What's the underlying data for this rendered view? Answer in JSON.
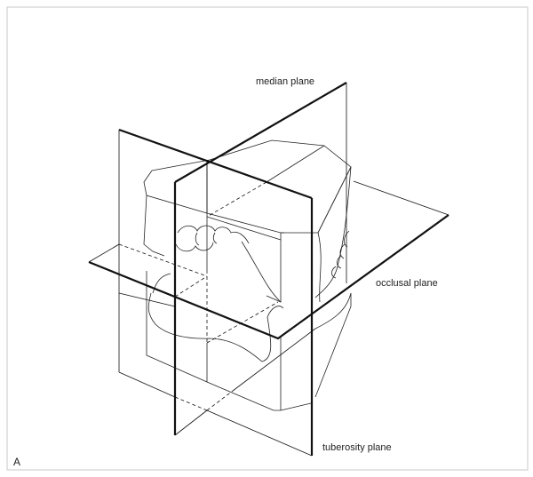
{
  "labels": {
    "median": "median plane",
    "occlusal": "occlusal plane",
    "tuberosity": "tuberosity plane",
    "figure_letter": "A"
  },
  "colors": {
    "ink": "#111111",
    "frame": "#c8c8c8"
  }
}
